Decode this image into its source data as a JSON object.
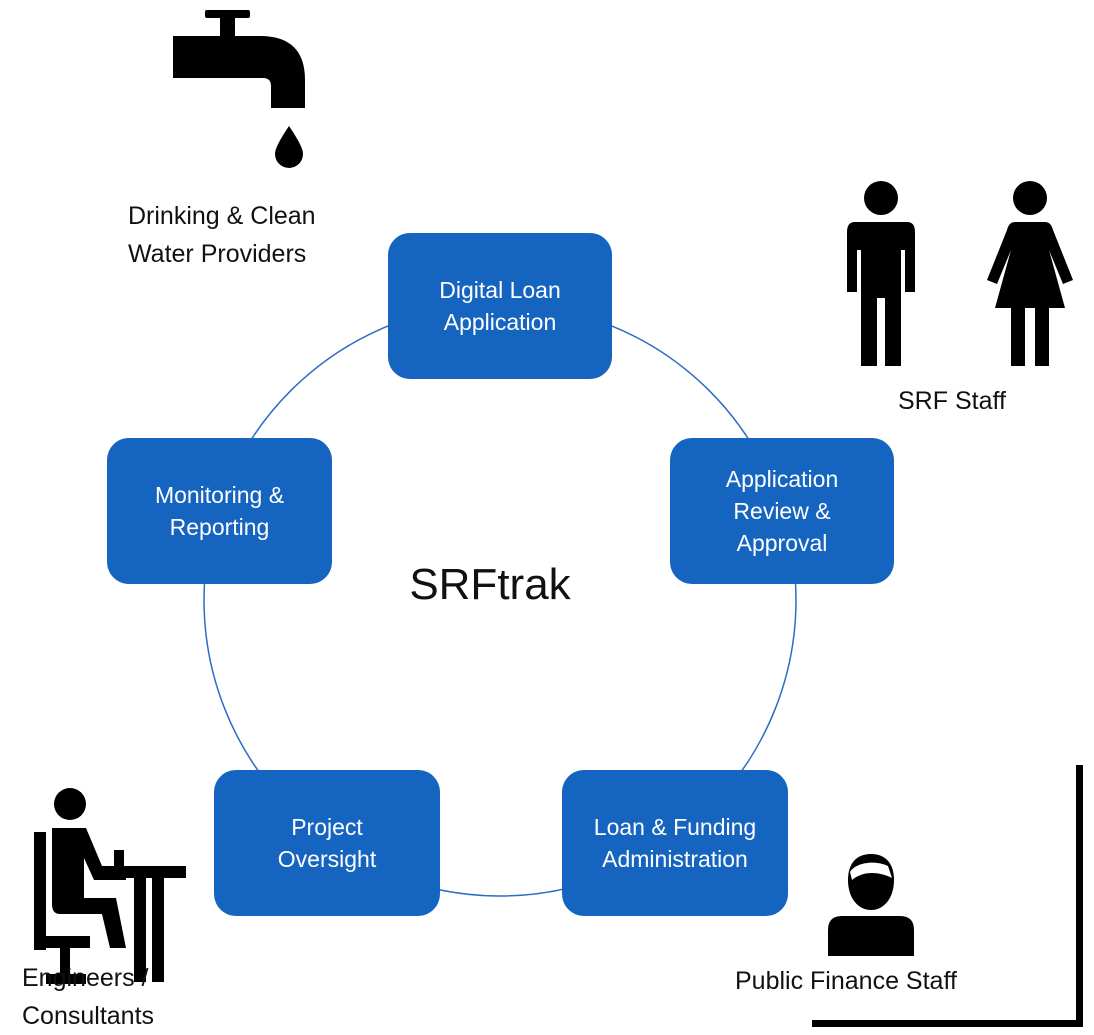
{
  "diagram": {
    "center_title": "SRFtrak",
    "nodes": [
      "Digital Loan\nApplication",
      "Application\nReview &\nApproval",
      "Loan & Funding\nAdministration",
      "Project\nOversight",
      "Monitoring &\nReporting"
    ],
    "stakeholders": {
      "water_providers": "Drinking & Clean\nWater Providers",
      "srf_staff": "SRF Staff",
      "engineers": "Engineers /\nConsultants",
      "public_finance": "Public Finance Staff"
    }
  },
  "colors": {
    "node_fill": "#1565c0",
    "ring": "#2b6cc4",
    "text": "#111111"
  },
  "icons": [
    "water-faucet-icon",
    "man-icon",
    "woman-icon",
    "person-at-desk-icon",
    "user-icon"
  ]
}
